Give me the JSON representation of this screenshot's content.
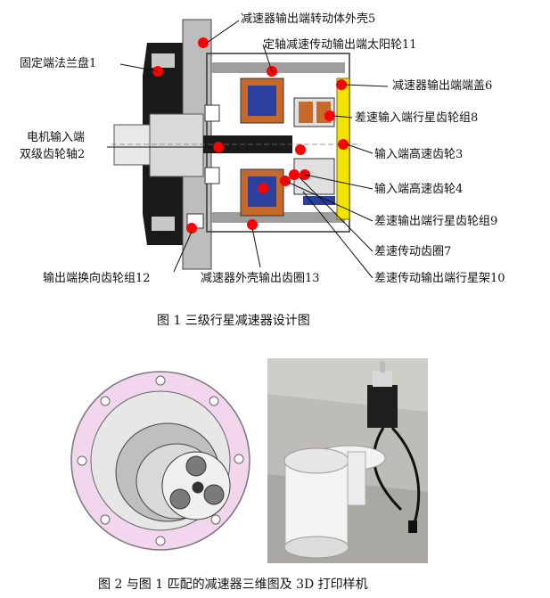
{
  "figure1": {
    "caption": "图 1  三级行星减速器设计图",
    "labels": {
      "part1": "固定端法兰盘1",
      "part2a": "电机输入端",
      "part2b": "双级齿轮轴2",
      "part3": "输入端高速齿轮3",
      "part4": "输入端高速齿轮4",
      "part5": "减速器输出端转动体外壳5",
      "part6": "减速器输出端端盖6",
      "part7": "差速传动齿圈7",
      "part8": "差速输入端行星齿轮组8",
      "part9": "差速输出端行星齿轮组9",
      "part10": "差速传动输出端行星架10",
      "part11": "定轴减速传动输出端太阳轮11",
      "part12": "输出端换向齿轮组12",
      "part13": "减速器外壳输出齿圈13"
    }
  },
  "figure2": {
    "caption": "图 2  与图 1 匹配的减速器三维图及 3D 打印样机"
  },
  "colors": {
    "accent": "#ff0000",
    "housing": "#1a1a1a",
    "cover": "#f2e300",
    "gear": "#c56a2a",
    "bearing_blue": "#2b3f9e",
    "flange_pink": "#f2d6ee"
  }
}
